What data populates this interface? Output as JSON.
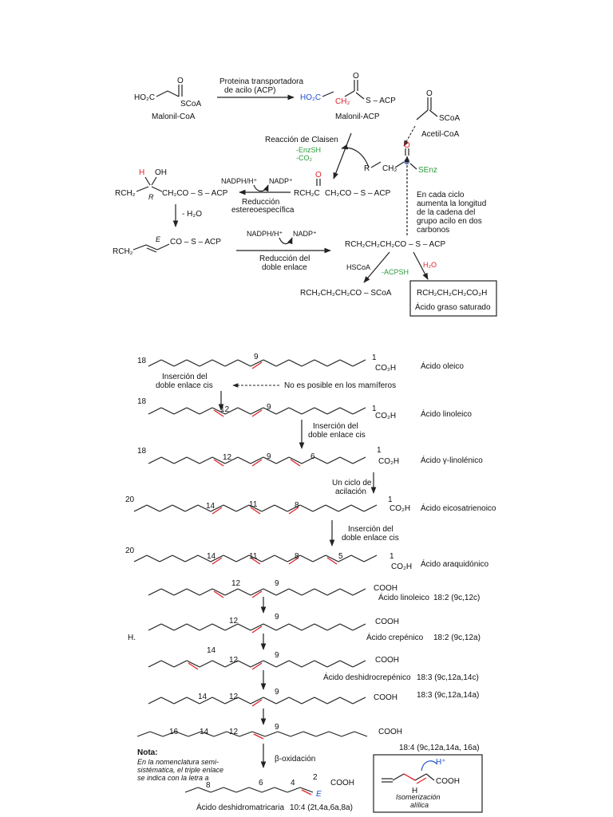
{
  "synthesis": {
    "malonil_coa": {
      "acid": "HO₂C",
      "coa": "SCoA",
      "name": "Malonil-CoA"
    },
    "acp_protein": {
      "line1": "Proteina transportadora",
      "line2": "de acilo (ACP)"
    },
    "malonil_acp": {
      "ho2c": "HO₂C",
      "ch2": "CH₂",
      "sacp": "S – ACP",
      "name": "Malonil-ACP"
    },
    "acetil_coa": {
      "coa": "SCoA",
      "name": "Acetil-CoA"
    },
    "claisen": {
      "title": "Reacción de Claisen",
      "enzsh": "-EnzSH",
      "co2": "-CO₂"
    },
    "acyl_enz": {
      "r": "R",
      "ch2": "CH₂",
      "c": "C",
      "senz": "SEnz",
      "o": "O"
    },
    "ketoacyl": {
      "rch2": "RCH₂C",
      "rest": "CH₂CO – S – ACP",
      "o": "O"
    },
    "nadph1": {
      "nadph": "NADPH/H⁺",
      "nadp": "NADP⁺"
    },
    "reduccion1": {
      "line1": "Reducción",
      "line2": "estereoespecífica"
    },
    "hydroxyacyl": {
      "h": "H",
      "oh": "OH",
      "rch2": "RCH₂",
      "r": "R",
      "rest": "CH₂CO – S – ACP"
    },
    "dehydration": "- H₂O",
    "enoyl": {
      "rch2": "RCH₂",
      "e": "E",
      "rest": "CO – S – ACP"
    },
    "nadph2": {
      "nadph": "NADPH/H⁺",
      "nadp": "NADP⁺"
    },
    "reduccion2": {
      "line1": "Reducción del",
      "line2": "doble enlace"
    },
    "acyl_acp": {
      "formula": "RCH₂CH₂CH₂CO – S – ACP"
    },
    "cycle_note": {
      "line1": "En cada ciclo",
      "line2": "aumenta la longitud",
      "line3": "de la cadena del",
      "line4": "grupo acilo en dos",
      "line5": "carbonos"
    },
    "thio_exchange": {
      "hscoa": "HSCoA",
      "acpsh": "-ACPSH",
      "h2o": "H₂O"
    },
    "acyl_coa": "RCH₂CH₂CH₂CO – SCoA",
    "fatty_acid_box": {
      "formula": "RCH₂CH₂CH₂CO₂H",
      "name": "Ácido graso saturado"
    }
  },
  "desaturation": [
    {
      "name": "Ácido oleico",
      "carbon_start": "18",
      "positions": [
        "9"
      ],
      "end": "1",
      "acid": "CO₂H"
    },
    {
      "name": "Ácido linoleico",
      "carbon_start": "18",
      "positions": [
        "12",
        "9"
      ],
      "end": "1",
      "acid": "CO₂H"
    },
    {
      "name": "Ácido γ-linolénico",
      "carbon_start": "18",
      "positions": [
        "12",
        "9",
        "6"
      ],
      "end": "1",
      "acid": "CO₂H"
    },
    {
      "name": "Ácido eicosatrienoico",
      "carbon_start": "20",
      "positions": [
        "14",
        "11",
        "8"
      ],
      "end": "1",
      "acid": "CO₂H"
    },
    {
      "name": "Ácido araquidónico",
      "carbon_start": "20",
      "positions": [
        "14",
        "11",
        "8",
        "5"
      ],
      "end": "1",
      "acid": "CO₂H"
    }
  ],
  "desat_steps": {
    "insercion_cis_1": {
      "line1": "Inserción del",
      "line2": "doble enlace cis"
    },
    "no_mamiferos": "No es posible en los mamíferos",
    "insercion_cis_2": {
      "line1": "Inserción del",
      "line2": "doble enlace cis"
    },
    "ciclo_acilacion": {
      "line1": "Un ciclo de",
      "line2": "acilación"
    },
    "insercion_cis_3": {
      "line1": "Inserción del",
      "line2": "doble enlace cis"
    }
  },
  "acetylenic": [
    {
      "name": "Ácido linoleico",
      "code": "18:2 (9c,12c)",
      "labels": [
        "12",
        "9"
      ],
      "acid": "COOH"
    },
    {
      "name": "Ácido crepénico",
      "code": "18:2 (9c,12a)",
      "labels": [
        "12",
        "9"
      ],
      "acid": "COOH"
    },
    {
      "name": "Ácido deshidrocrepénico",
      "code": "18:3 (9c,12a,14c)",
      "labels": [
        "14",
        "12",
        "9"
      ],
      "acid": "COOH"
    },
    {
      "name": "",
      "code": "18:3 (9c,12a,14a)",
      "labels": [
        "14",
        "12",
        "9"
      ],
      "acid": "COOH"
    },
    {
      "name": "",
      "code": "18:4 (9c,12a,14a, 16a)",
      "labels": [
        "16",
        "14",
        "12",
        "9"
      ],
      "acid": "COOH"
    }
  ],
  "side_h": "H.",
  "beta_ox": "β-oxidación",
  "nota": {
    "title": "Nota:",
    "line1": "En la nomenclatura semi-",
    "line2": "sistématica, el triple enlace",
    "line3": "se indica con la letra a"
  },
  "deshidromatricaria": {
    "labels": [
      "8",
      "6",
      "4",
      "2"
    ],
    "e": "E",
    "acid": "COOH",
    "name": "Ácido deshidromatricaria",
    "code": "10:4 (2t,4a,6a,8a)"
  },
  "isomerizacion_box": {
    "hplus": "H⁺",
    "h": "H",
    "acid": "COOH",
    "line1": "Isomerización",
    "line2": "alílica"
  },
  "colors": {
    "red": "#e0202a",
    "blue": "#1f4fd1",
    "green": "#2a9a3a"
  }
}
